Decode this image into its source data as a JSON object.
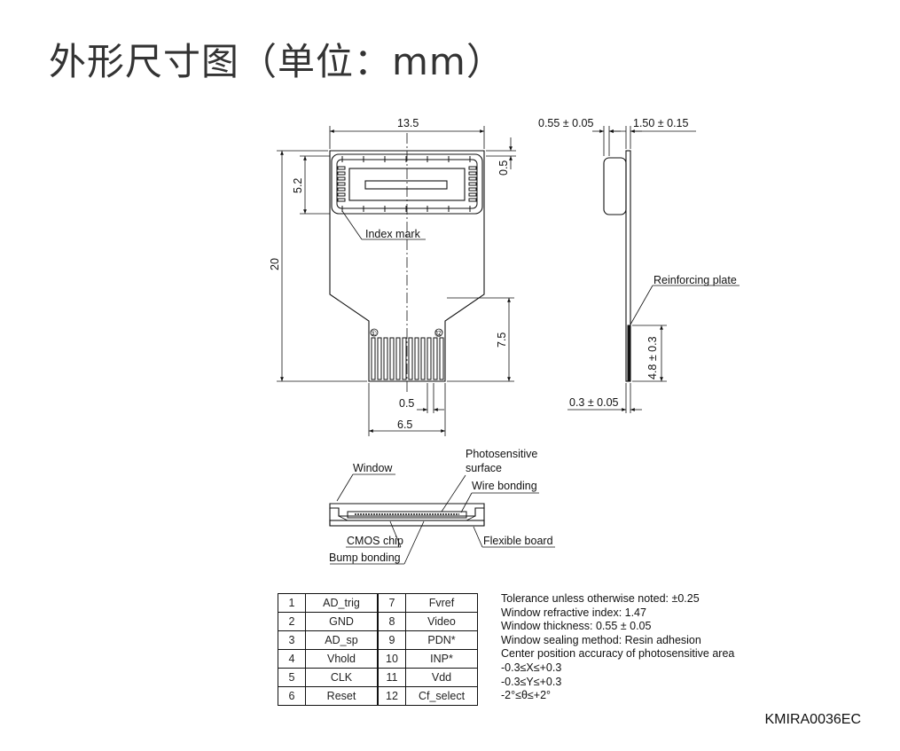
{
  "title": "外形尺寸图（单位：mm）",
  "dims": {
    "width_top": "13.5",
    "height_window": "5.2",
    "total_height": "20",
    "margin_top": "0.5",
    "connector_height": "7.5",
    "pin_pitch": "0.5",
    "connector_width": "6.5",
    "window_thickness": "0.55 ± 0.05",
    "body_thickness": "1.50 ± 0.15",
    "plate_length": "4.8 ± 0.3",
    "board_thickness": "0.3 ± 0.05"
  },
  "labels": {
    "index_mark": "Index mark",
    "pin1": "①",
    "pin12": "⑫",
    "reinforcing_plate": "Reinforcing plate",
    "window": "Window",
    "photosensitive_1": "Photosensitive",
    "photosensitive_2": "surface",
    "wire_bonding": "Wire bonding",
    "cmos_chip": "CMOS chip",
    "flexible_board": "Flexible board",
    "bump_bonding": "Bump bonding"
  },
  "pins": [
    {
      "n1": "1",
      "s1": "AD_trig",
      "n2": "7",
      "s2": "Fvref"
    },
    {
      "n1": "2",
      "s1": "GND",
      "n2": "8",
      "s2": "Video"
    },
    {
      "n1": "3",
      "s1": "AD_sp",
      "n2": "9",
      "s2": "PDN*"
    },
    {
      "n1": "4",
      "s1": "Vhold",
      "n2": "10",
      "s2": "INP*"
    },
    {
      "n1": "5",
      "s1": "CLK",
      "n2": "11",
      "s2": "Vdd"
    },
    {
      "n1": "6",
      "s1": "Reset",
      "n2": "12",
      "s2": "Cf_select"
    }
  ],
  "notes": [
    "Tolerance unless otherwise noted: ±0.25",
    "Window refractive index: 1.47",
    "Window thickness: 0.55 ± 0.05",
    "Window sealing method: Resin adhesion",
    "Center position accuracy of photosensitive area",
    "-0.3≤X≤+0.3",
    "-0.3≤Y≤+0.3",
    "-2°≤θ≤+2°"
  ],
  "drawing_code": "KMIRA0036EC"
}
